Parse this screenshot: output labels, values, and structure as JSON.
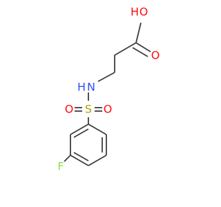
{
  "molecule": {
    "atoms": {
      "hydroxyl_h": {
        "label": "H",
        "color": "#ff0d0d"
      },
      "hydroxyl_o": {
        "label": "O",
        "color": "#ff0d0d"
      },
      "carbonyl_o": {
        "label": "O",
        "color": "#ff0d0d"
      },
      "amine_h": {
        "label": "H",
        "color": "#3050f8"
      },
      "amine_n": {
        "label": "N",
        "color": "#3050f8"
      },
      "sulfur": {
        "label": "S",
        "color": "#b2a000"
      },
      "sulfonyl_o_left": {
        "label": "O",
        "color": "#ff0d0d"
      },
      "sulfonyl_o_right": {
        "label": "O",
        "color": "#ff0d0d"
      },
      "fluorine": {
        "label": "F",
        "color": "#90e050"
      }
    },
    "bond_color": "#3c3c3c"
  }
}
